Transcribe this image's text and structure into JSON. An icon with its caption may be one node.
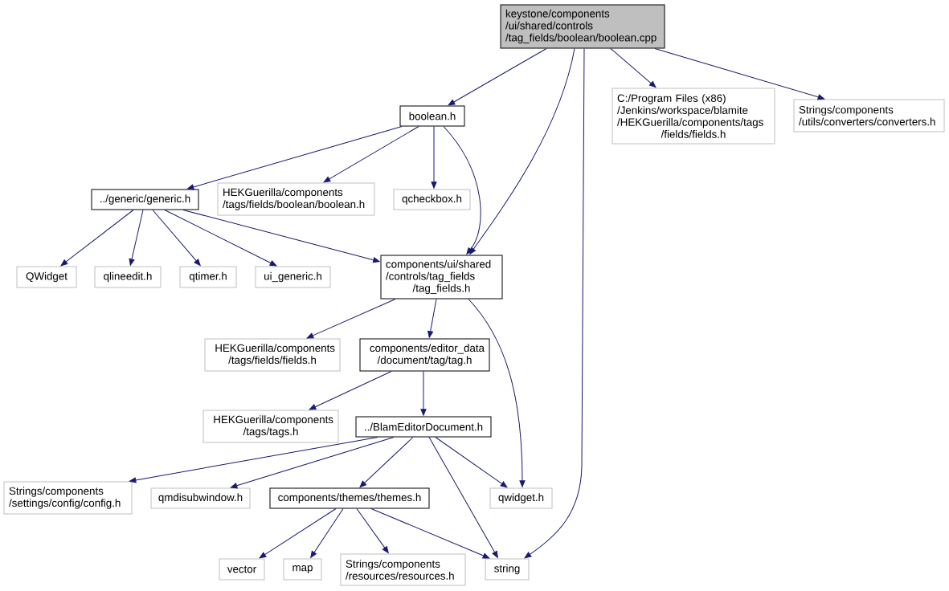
{
  "diagram": {
    "nodes": [
      {
        "text": [
          "keystone/components /ui/shared/controls /tag_fields/boolean/boolean.cpp"
        ]
      },
      {
        "text": [
          "boolean.h"
        ]
      },
      {
        "text": [
          "C:/Program Files (x86) /Jenkins/workspace/blamite /HEKGuerilla/components/tags /fields/fields.h"
        ]
      },
      {
        "text": [
          "Strings/components /utils/converters/converters.h"
        ]
      },
      {
        "text": [
          "../generic/generic.h"
        ]
      },
      {
        "text": [
          "HEKGuerilla/components /tags/fields/boolean/boolean.h"
        ]
      },
      {
        "text": [
          "qcheckbox.h"
        ]
      },
      {
        "text": [
          "QWidget"
        ]
      },
      {
        "text": [
          "qlineedit.h"
        ]
      },
      {
        "text": [
          "qtimer.h"
        ]
      },
      {
        "text": [
          "ui_generic.h"
        ]
      },
      {
        "text": [
          "components/ui/shared /controls/tag_fields /tag_fields.h"
        ]
      },
      {
        "text": [
          "HEKGuerilla/components /tags/fields/fields.h"
        ]
      },
      {
        "text": [
          "components/editor_data /document/tag/tag.h"
        ]
      },
      {
        "text": [
          "HEKGuerilla/components /tags/tags.h"
        ]
      },
      {
        "text": [
          "../BlamEditorDocument.h"
        ]
      },
      {
        "text": [
          "Strings/components /settings/config/config.h"
        ]
      },
      {
        "text": [
          "qmdisubwindow.h"
        ]
      },
      {
        "text": [
          "components/themes/themes.h"
        ]
      },
      {
        "text": [
          "qwidget.h"
        ]
      },
      {
        "text": [
          "vector"
        ]
      },
      {
        "text": [
          "map"
        ]
      },
      {
        "text": [
          "Strings/components /resources/resources.h"
        ]
      },
      {
        "text": [
          "string"
        ]
      }
    ],
    "edges": [
      {
        "from": 0,
        "to": 1,
        "arrow": "to"
      },
      {
        "from": 0,
        "to": 11,
        "arrow": "to"
      },
      {
        "from": 0,
        "to": 23,
        "arrow": "to"
      },
      {
        "from": 0,
        "to": 2,
        "arrow": "to"
      },
      {
        "from": 0,
        "to": 3,
        "arrow": "to"
      },
      {
        "from": 1,
        "to": 4,
        "arrow": "to"
      },
      {
        "from": 1,
        "to": 5,
        "arrow": "to"
      },
      {
        "from": 1,
        "to": 6,
        "arrow": "to"
      },
      {
        "from": 1,
        "to": 11,
        "arrow": "to"
      },
      {
        "from": 4,
        "to": 7,
        "arrow": "to"
      },
      {
        "from": 4,
        "to": 8,
        "arrow": "to"
      },
      {
        "from": 4,
        "to": 9,
        "arrow": "to"
      },
      {
        "from": 4,
        "to": 10,
        "arrow": "to"
      },
      {
        "from": 4,
        "to": 11,
        "arrow": "to"
      },
      {
        "from": 11,
        "to": 12,
        "arrow": "to"
      },
      {
        "from": 11,
        "to": 13,
        "arrow": "to"
      },
      {
        "from": 11,
        "to": 19,
        "arrow": "to"
      },
      {
        "from": 13,
        "to": 14,
        "arrow": "to"
      },
      {
        "from": 13,
        "to": 15,
        "arrow": "to"
      },
      {
        "from": 15,
        "to": 16,
        "arrow": "to"
      },
      {
        "from": 15,
        "to": 17,
        "arrow": "to"
      },
      {
        "from": 15,
        "to": 18,
        "arrow": "to"
      },
      {
        "from": 15,
        "to": 23,
        "arrow": "to"
      },
      {
        "from": 15,
        "to": 19,
        "arrow": "to"
      },
      {
        "from": 18,
        "to": 20,
        "arrow": "to"
      },
      {
        "from": 18,
        "to": 21,
        "arrow": "to"
      },
      {
        "from": 18,
        "to": 22,
        "arrow": "to"
      },
      {
        "from": 18,
        "to": 23,
        "arrow": "to"
      }
    ]
  }
}
